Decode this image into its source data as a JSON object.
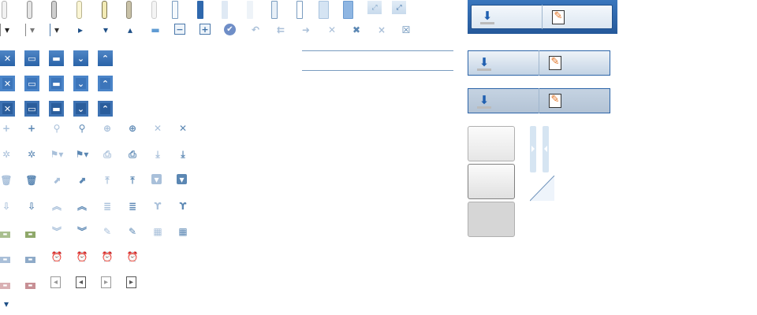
{
  "colors": {
    "accent": "#2a63a8",
    "icon_light": "#a9c0da",
    "icon_dark": "#5b87b3",
    "green": "#2a9a2a",
    "olive": "#8fa86a",
    "steel": "#8eaac8",
    "rose": "#c78f94",
    "toolbar_blue": "#2f68ad"
  },
  "scroll_thumbs": [
    {
      "name": "scroll-thumb-normal",
      "fill": "#f2f2f2",
      "border": "#b5b5b5"
    },
    {
      "name": "scroll-thumb-hover",
      "fill": "#e6e6e6",
      "border": "#8e8e8e"
    },
    {
      "name": "scroll-thumb-active",
      "fill": "#cfcfcf",
      "border": "#7a7a7a"
    },
    {
      "name": "scroll-thumb-yellow",
      "fill": "#fbf6d6",
      "border": "#b9b48e"
    },
    {
      "name": "scroll-thumb-yellow-hover",
      "fill": "#f2eab5",
      "border": "#7d7650"
    },
    {
      "name": "scroll-thumb-khaki",
      "fill": "#c9c2a8",
      "border": "#8c8672"
    },
    {
      "name": "scroll-thumb-disabled",
      "fill": "#f4f4f4",
      "border": "#cdcdcd"
    },
    {
      "name": "splitter-thumb-outline",
      "fill": "#f5f9fd",
      "border": "#7a9cc0"
    },
    {
      "name": "splitter-thumb-blue",
      "fill": "#2f68ad",
      "border": "#2f68ad"
    },
    {
      "name": "splitter-thumb-faint",
      "fill": "#dfe9f4",
      "border": "#dfe9f4"
    },
    {
      "name": "splitter-thumb-faint-2",
      "fill": "#eef3f8",
      "border": "#eef3f8"
    },
    {
      "name": "splitter-thumb-pointed",
      "fill": "#e8f0f8",
      "border": "#7a9cc0"
    },
    {
      "name": "splitter-thumb-pointed-thin",
      "fill": "#ffffff",
      "border": "#7a9cc0"
    },
    {
      "name": "splitter-thumb-gradient",
      "fill": "#d5e4f3",
      "border": "#a9c3de"
    },
    {
      "name": "splitter-thumb-gradient-blue",
      "fill": "#8fb6e2",
      "border": "#6a9ad0"
    }
  ],
  "row_icons": [
    "dropdown-arrow-icon",
    "dropdown-arrow-gray-icon",
    "dropdown-arrow-blue-icon",
    "triangle-right-icon",
    "triangle-down-icon",
    "triangle-up-icon",
    "folder-icon",
    "collapse-minus-icon",
    "expand-plus-icon",
    "check-circle-icon",
    "reply-icon",
    "reply-all-icon",
    "forward-icon",
    "close-light-icon",
    "close-dark-icon",
    "close-small-icon",
    "close-box-icon"
  ],
  "resize_icons": [
    "resize-light-icon",
    "resize-dark-icon"
  ],
  "window_buttons": {
    "states": [
      "normal",
      "hover",
      "pressed"
    ],
    "kinds": [
      "close",
      "restore",
      "minimize",
      "collapse",
      "expand"
    ]
  },
  "icon_grid": [
    [
      "plus-light-icon",
      "plus-dark-icon",
      "search-light-icon",
      "search-dark-icon",
      "add-circle-light-icon",
      "add-circle-dark-icon",
      "close-x-light-icon",
      "close-x-dark-icon"
    ],
    [
      "gear-light-icon",
      "gear-dark-icon",
      "flag-dropdown-light-icon",
      "flag-dropdown-dark-icon",
      "print-light-icon",
      "print-dark-icon",
      "download-light-icon",
      "download-dark-icon"
    ],
    [
      "trash-light-icon",
      "trash-dark-icon",
      "external-link-light-icon",
      "external-link-dark-icon",
      "move-top-light-icon",
      "move-top-dark-icon",
      "dropdown-box-light-icon",
      "dropdown-box-dark-icon"
    ],
    [
      "import-light-icon",
      "import-dark-icon",
      "double-chevron-up-light-icon",
      "double-chevron-up-dark-icon",
      "document-light-icon",
      "document-dark-icon",
      "wrench-light-icon",
      "wrench-dark-icon"
    ],
    [
      "minus-green-light-icon",
      "minus-green-dark-icon",
      "double-chevron-down-light-icon",
      "double-chevron-down-dark-icon",
      "edit-light-icon",
      "edit-dark-icon",
      "calendar-add-light-icon",
      "calendar-add-dark-icon"
    ],
    [
      "minus-blue-light-icon",
      "minus-blue-dark-icon",
      "alarm-clock-light-icon",
      "alarm-clock-dark-icon",
      "alarm-add-light-icon",
      "alarm-add-dark-icon"
    ],
    [
      "minus-red-light-icon",
      "minus-red-dark-icon",
      "page-prev-light-icon",
      "page-prev-dark-icon",
      "page-next-light-icon",
      "page-next-dark-icon"
    ],
    [
      "small-triangle-down-icon"
    ]
  ],
  "toolbars": [
    {
      "name": "toolbar-framed",
      "buttons": [
        "receive-mail-button",
        "compose-button"
      ]
    },
    {
      "name": "toolbar-normal",
      "buttons": [
        "receive-mail-button",
        "compose-button"
      ]
    },
    {
      "name": "toolbar-pressed",
      "buttons": [
        "receive-mail-button",
        "compose-button"
      ]
    }
  ],
  "panels": [
    "panel-normal",
    "panel-hover",
    "panel-pressed"
  ],
  "splitters": [
    "splitter-collapse-right",
    "splitter-collapse-left"
  ]
}
